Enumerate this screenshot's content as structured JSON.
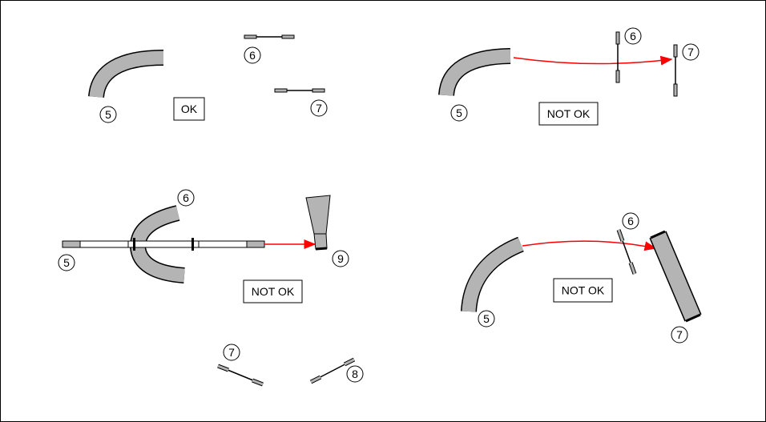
{
  "colors": {
    "equipment": "#b4b4b4",
    "arrow": "#ff0000",
    "outline": "#000000"
  },
  "panels": [
    {
      "verdict": "OK",
      "numbers": [
        "5",
        "6",
        "7"
      ]
    },
    {
      "verdict": "NOT OK",
      "numbers": [
        "5",
        "6",
        "7"
      ]
    },
    {
      "verdict": "NOT OK",
      "numbers": [
        "5",
        "6",
        "9",
        "7",
        "8"
      ]
    },
    {
      "verdict": "NOT OK",
      "numbers": [
        "5",
        "6",
        "7"
      ]
    }
  ]
}
